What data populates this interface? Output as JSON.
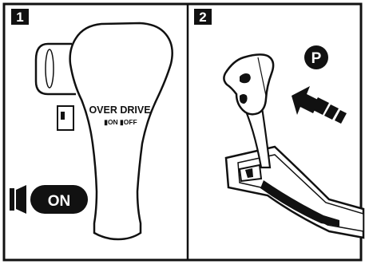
{
  "panels": [
    {
      "number": "1",
      "shift_knob_label": "OVER DRIVE",
      "switch_positions": "▮ON ▮OFF",
      "indicator_label": "ON"
    },
    {
      "number": "2",
      "position_badge": "P"
    }
  ],
  "colors": {
    "ink": "#111111",
    "paper": "#ffffff"
  },
  "icons": {
    "panel2_arrow": "push-arrow-icon",
    "panel1_indicator": "switch-indicator-icon"
  }
}
